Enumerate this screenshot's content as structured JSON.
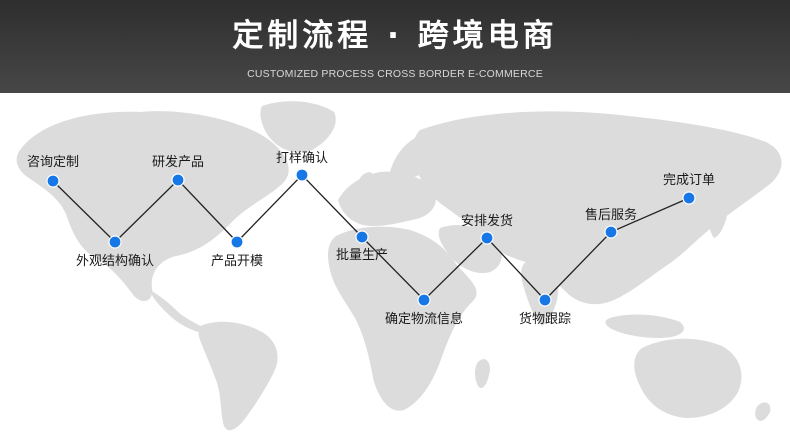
{
  "header": {
    "title": "定制流程 · 跨境电商",
    "subtitle": "CUSTOMIZED PROCESS CROSS BORDER E-COMMERCE"
  },
  "colors": {
    "header_bg": "#3a3a3a",
    "dot": "#1877e6",
    "line": "#222222",
    "map": "#dcdcdc"
  },
  "steps": [
    {
      "label": "咨询定制"
    },
    {
      "label": "外观结构确认"
    },
    {
      "label": "研发产品"
    },
    {
      "label": "产品开模"
    },
    {
      "label": "打样确认"
    },
    {
      "label": "批量生产"
    },
    {
      "label": "确定物流信息"
    },
    {
      "label": "安排发货"
    },
    {
      "label": "货物跟踪"
    },
    {
      "label": "售后服务"
    },
    {
      "label": "完成订单"
    }
  ]
}
